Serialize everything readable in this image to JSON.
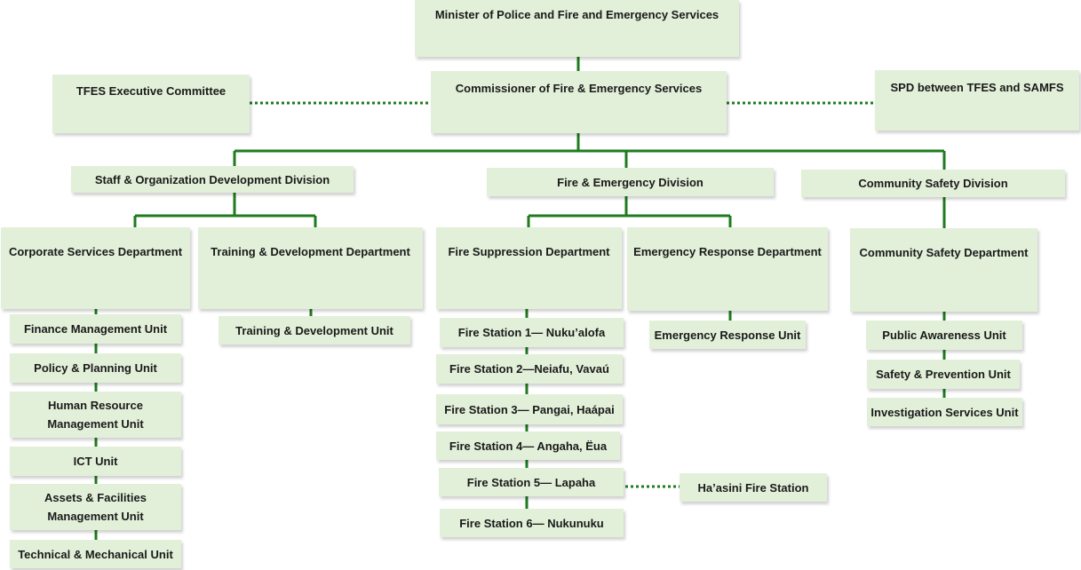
{
  "minister": "Minister of Police and Fire and Emergency Services",
  "commissioner": "Commissioner of Fire & Emergency Services",
  "executive_committee": "TFES Executive Committee",
  "spd": "SPD between TFES and SAMFS",
  "divisions": {
    "staff": "Staff & Organization Development Division",
    "fire": "Fire & Emergency Division",
    "community": "Community Safety Division"
  },
  "departments": {
    "corporate": "Corporate Services Department",
    "training": "Training & Development Department",
    "suppression": "Fire Suppression Department",
    "emergency": "Emergency Response Department",
    "community": "Community Safety Department"
  },
  "corporate_units": {
    "finance": "Finance Management Unit",
    "policy": "Policy & Planning Unit",
    "hr_line1": "Human Resource",
    "hr_line2": "Management Unit",
    "ict": "ICT Unit",
    "assets_line1": "Assets & Facilities",
    "assets_line2": "Management Unit",
    "technical": "Technical & Mechanical Unit"
  },
  "training_unit": "Training & Development Unit",
  "fire_stations": {
    "s1": "Fire Station 1— Nuku’alofa",
    "s2": "Fire Station 2—Neiafu, Vavaú",
    "s3": "Fire Station 3— Pangai, Haápai",
    "s4": "Fire Station 4— Angaha, Ëua",
    "s5": "Fire Station 5— Lapaha",
    "s6": "Fire Station 6— Nukunuku"
  },
  "haasini": "Ha’asini Fire Station",
  "emergency_unit": "Emergency Response Unit",
  "community_units": {
    "public": "Public Awareness Unit",
    "safety": "Safety & Prevention Unit",
    "investigation": "Investigation Services Unit"
  },
  "colors": {
    "box_fill": "#e2f0d9",
    "line": "#1e7b1e"
  }
}
